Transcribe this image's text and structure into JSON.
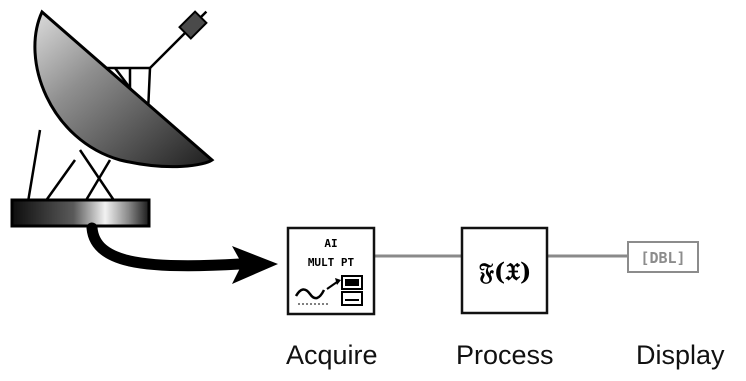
{
  "blocks": {
    "acquire": {
      "icon": "daq-multipoint-icon",
      "line1": "AI",
      "line2": "MULT PT",
      "caption": "Acquire"
    },
    "process": {
      "icon": "function-fx-icon",
      "symbol": "𝔉(𝔛)",
      "caption": "Process"
    },
    "display": {
      "icon": "dbl-indicator-icon",
      "symbol": "[DBL]",
      "caption": "Display"
    }
  },
  "colors": {
    "wire": "#8a8a8a",
    "block_border": "#111111",
    "indicator": "#8c8c8c",
    "arrow": "#000000"
  },
  "illustration": {
    "antenna": "satellite-dish-icon",
    "flow_arrow": "curved-arrow-icon"
  }
}
